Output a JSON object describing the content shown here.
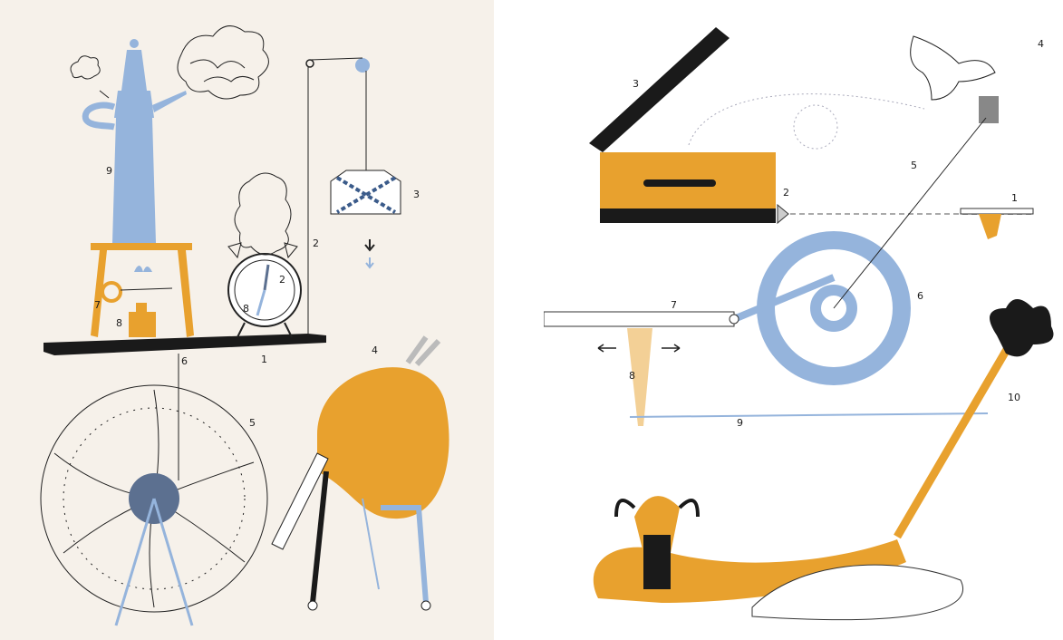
{
  "panels": [
    {
      "id": "left",
      "labels": [
        {
          "text": "9"
        },
        {
          "text": "7"
        },
        {
          "text": "8"
        },
        {
          "text": "6"
        },
        {
          "text": "1"
        },
        {
          "text": "2"
        },
        {
          "text": "3"
        },
        {
          "text": "4"
        },
        {
          "text": "5"
        },
        {
          "text": "2"
        },
        {
          "text": "8"
        }
      ]
    },
    {
      "id": "right",
      "labels": [
        {
          "text": "3"
        },
        {
          "text": "4"
        },
        {
          "text": "5"
        },
        {
          "text": "2"
        },
        {
          "text": "1"
        },
        {
          "text": "6"
        },
        {
          "text": "7"
        },
        {
          "text": "8"
        },
        {
          "text": "9"
        },
        {
          "text": "10"
        }
      ]
    }
  ],
  "colors": {
    "left_background": "#f6f1ea",
    "right_background": "#ffffff",
    "blue": "#95b4dc",
    "orange": "#e8a12e",
    "black": "#1a1a1a",
    "slate": "#5c7090"
  }
}
